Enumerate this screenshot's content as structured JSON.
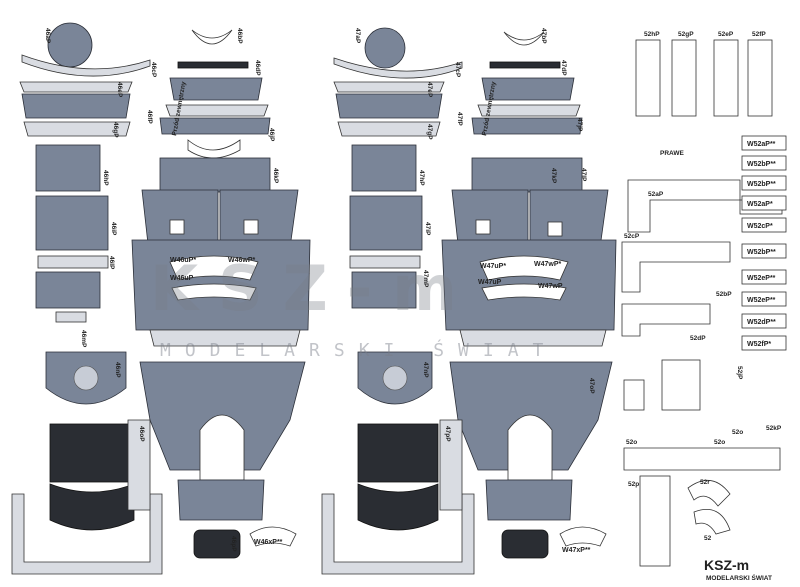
{
  "sheet": {
    "heading": "PRAWE",
    "logo": "KSZ-m",
    "logo_sub": "MODELARSKI ŚWIAT",
    "watermark": "KSZ-m",
    "watermark_sub": "MODELARSKI ŚWIAT"
  },
  "left_set": {
    "labels": [
      "46aP",
      "46bP",
      "46cP",
      "46dP",
      "46eP",
      "46fP",
      "46gP",
      "46hP",
      "46iP",
      "46jP",
      "46kP",
      "46lP",
      "46mP",
      "46nP",
      "46oP",
      "46pP"
    ],
    "boxed": [
      "W46uP*",
      "W46wP*",
      "W46uP",
      "W46xP**"
    ],
    "vertical_text": "Przód zewnętrzny"
  },
  "right_set": {
    "labels": [
      "47aP",
      "47bP",
      "47cP",
      "47dP",
      "47eP",
      "47fP",
      "47gP",
      "47hP",
      "47iP",
      "47jP",
      "47kP",
      "47lP",
      "47mP",
      "47nP",
      "47oP",
      "47pP"
    ],
    "boxed": [
      "W47uP*",
      "W47wP*",
      "W47uP",
      "W47wP",
      "W47xP**"
    ],
    "vertical_text": "Przód zewnętrzny"
  },
  "strip_labels": [
    "52hP",
    "52gP",
    "52eP",
    "52fP",
    "52aP",
    "52bP",
    "52cP",
    "52dP",
    "52jP",
    "52kP",
    "52o",
    "52o",
    "52o",
    "52p",
    "52r",
    "52"
  ],
  "small_parts": [
    "W52aP**",
    "W52bP**",
    "W52bP**",
    "W52aP*",
    "W52cP*",
    "W52bP**",
    "W52eP**",
    "W52eP**",
    "W52dP**",
    "W52fP*"
  ]
}
